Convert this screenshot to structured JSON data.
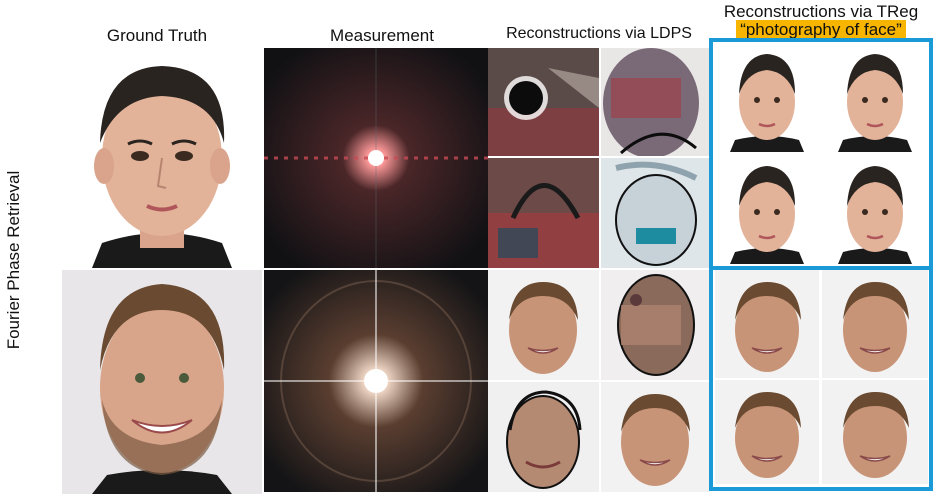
{
  "side_label": "Fourier Phase Retrieval",
  "columns": {
    "ground_truth": "Ground Truth",
    "measurement": "Measurement",
    "ldps": "Reconstructions via LDPS",
    "treg_line1": "Reconstructions via TReg",
    "treg_prompt": "“photography of face”"
  },
  "colors": {
    "treg_border": "#1a9ad7",
    "prompt_highlight": "#f7b500"
  }
}
